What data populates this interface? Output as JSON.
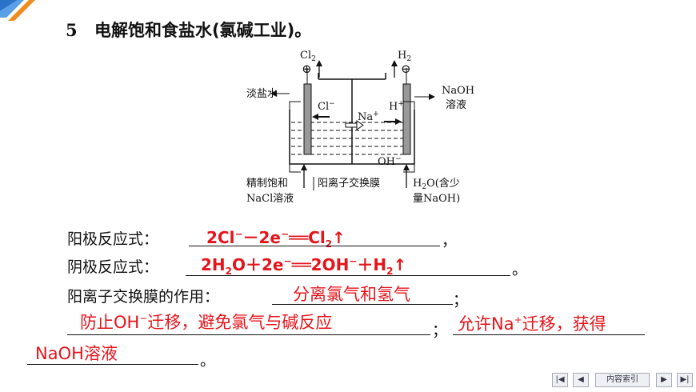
{
  "problem": {
    "number": "5",
    "title": "电解饱和食盐水(氯碱工业)。"
  },
  "diagram": {
    "cl2": "Cl",
    "cl2_sub": "2",
    "h2": "H",
    "h2_sub": "2",
    "plus": "⊕",
    "minus": "⊖",
    "left_out": "淡盐水",
    "right_out_1": "NaOH",
    "right_out_2": "溶液",
    "cl_ion": "Cl",
    "cl_ion_sup": "−",
    "na_ion": "Na",
    "na_ion_sup": "+",
    "h_ion": "H",
    "h_ion_sup": "+",
    "oh_ion": "OH",
    "oh_ion_sup": "−",
    "bottom_left_1": "精制饱和",
    "bottom_left_2": "NaCl溶液",
    "bottom_mid": "阳离子交换膜",
    "bottom_right_1a": "H",
    "bottom_right_1sub": "2",
    "bottom_right_1b": "O(含少",
    "bottom_right_2": "量NaOH)"
  },
  "anode": {
    "label": "阳极反应式：",
    "eq_a": "2Cl",
    "sup1": "−",
    "eq_b": "－2e",
    "sup2": "−",
    "eq_c": "══Cl",
    "sub": "2",
    "eq_d": "↑",
    "tail": "，"
  },
  "cathode": {
    "label": "阴极反应式：",
    "eq_a": "2H",
    "sub1": "2",
    "eq_b": "O＋2e",
    "sup1": "−",
    "eq_c": "══2OH",
    "sup2": "−",
    "eq_d": "＋H",
    "sub2": "2",
    "eq_e": "↑",
    "tail": "。"
  },
  "membrane": {
    "label": "阳离子交换膜的作用：",
    "answer1": "分离氯气和氢气",
    "sep1": "；",
    "answer2_a": "防止OH",
    "answer2_sup": "−",
    "answer2_b": "迁移，避免氯气与碱反应",
    "sep2": "；",
    "answer3_a": "允许Na",
    "answer3_sup": "+",
    "answer3_b": "迁移，获得",
    "answer4": "NaOH溶液",
    "end": "。"
  },
  "nav": {
    "first": "|◀",
    "prev": "◀",
    "index": "内容索引",
    "next": "▶",
    "last": "▶|"
  },
  "colors": {
    "answer": "#e4141b",
    "corner_blue": "#2a73c8",
    "corner_orange": "#f08c1e"
  }
}
